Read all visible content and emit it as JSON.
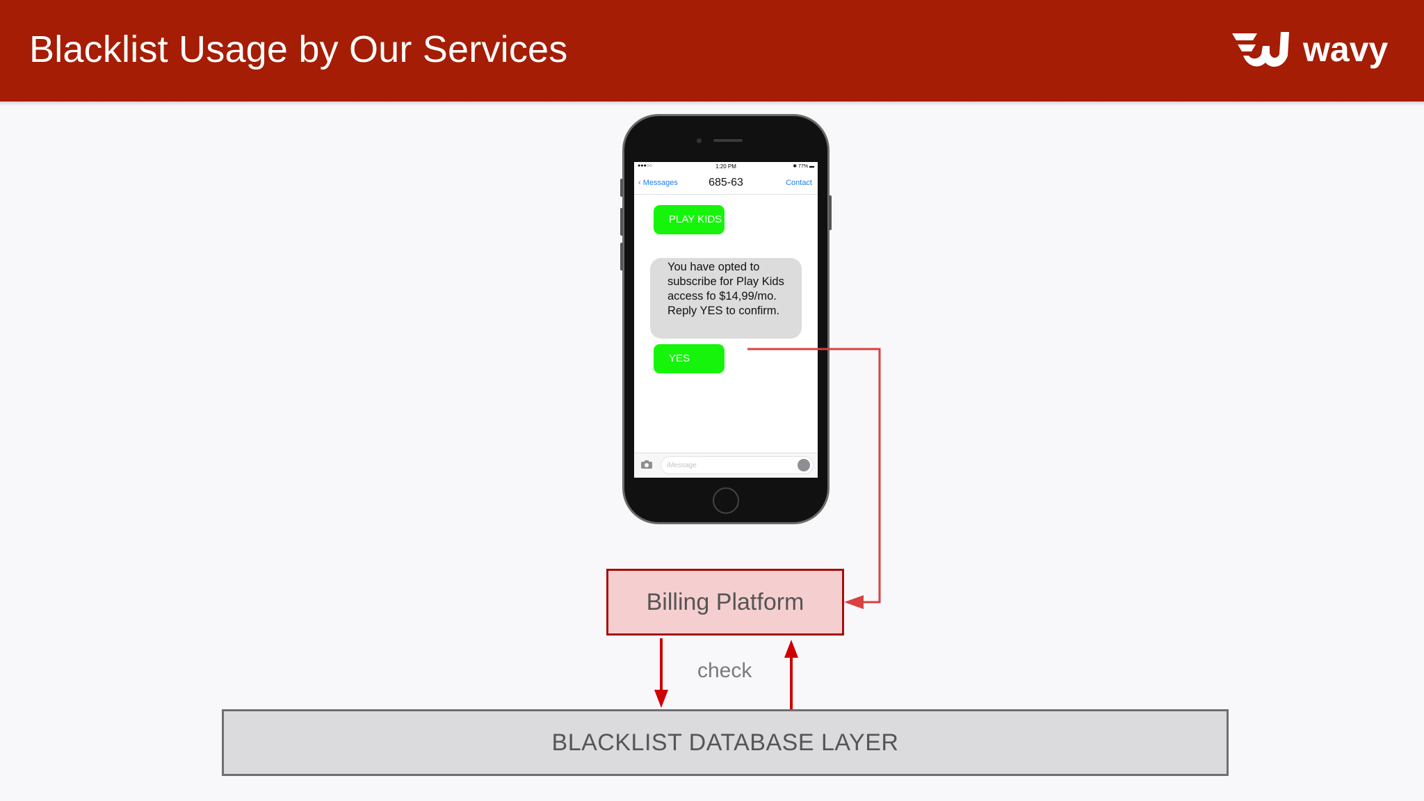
{
  "header": {
    "title": "Blacklist Usage by Our Services",
    "logo_text": "wavy",
    "background_color": "#a51d04"
  },
  "phone": {
    "status": {
      "signal": "●●●○○",
      "time": "1:20 PM",
      "battery": "✱ 77% ▬"
    },
    "nav": {
      "back_label": "Messages",
      "title": "685-63",
      "contact_label": "Contact"
    },
    "messages": [
      {
        "type": "sent",
        "text": "PLAY KIDS"
      },
      {
        "type": "received",
        "text": "You have opted to subscribe for Play Kids access fo $14,99/mo. Reply YES to confirm."
      },
      {
        "type": "sent",
        "text": "YES"
      }
    ],
    "input_placeholder": "iMessage"
  },
  "diagram": {
    "billing_label": "Billing Platform",
    "check_label": "check",
    "blacklist_label": "BLACKLIST DATABASE LAYER",
    "arrow_color": "#cf0000",
    "connector_color": "#d94040"
  }
}
